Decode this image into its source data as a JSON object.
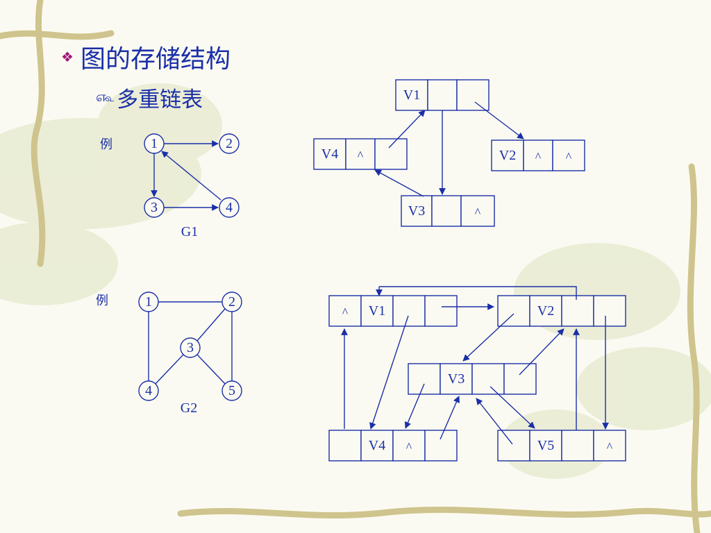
{
  "slide": {
    "title": "图的存储结构",
    "subtitle": "多重链表",
    "bullet_icon": "diamond-bullet-icon",
    "sub_bullet_icon": "swirl-bullet-icon",
    "text_color": "#1a2fa8",
    "bullet_color": "#a0187a"
  },
  "g1": {
    "example_label": "例",
    "caption": "G1",
    "nodes": [
      "1",
      "2",
      "3",
      "4"
    ],
    "edges": [
      [
        "1",
        "2"
      ],
      [
        "1",
        "3"
      ],
      [
        "3",
        "4"
      ],
      [
        "4",
        "1"
      ]
    ],
    "lists": [
      {
        "cells": [
          "V1",
          "",
          ""
        ]
      },
      {
        "cells": [
          "V4",
          "^",
          ""
        ]
      },
      {
        "cells": [
          "V2",
          "^",
          "^"
        ]
      },
      {
        "cells": [
          "V3",
          "",
          "^"
        ]
      }
    ]
  },
  "g2": {
    "example_label": "例",
    "caption": "G2",
    "nodes": [
      "1",
      "2",
      "3",
      "4",
      "5"
    ],
    "edges": [
      [
        "1",
        "2"
      ],
      [
        "1",
        "4"
      ],
      [
        "2",
        "3"
      ],
      [
        "2",
        "5"
      ],
      [
        "3",
        "4"
      ],
      [
        "3",
        "5"
      ]
    ],
    "lists": [
      {
        "cells": [
          "^",
          "V1",
          "",
          ""
        ]
      },
      {
        "cells": [
          "",
          "V2",
          "",
          ""
        ]
      },
      {
        "cells": [
          "",
          "V3",
          "",
          ""
        ]
      },
      {
        "cells": [
          "",
          "V4",
          "^",
          ""
        ]
      },
      {
        "cells": [
          "",
          "V5",
          "",
          "^"
        ]
      }
    ]
  }
}
